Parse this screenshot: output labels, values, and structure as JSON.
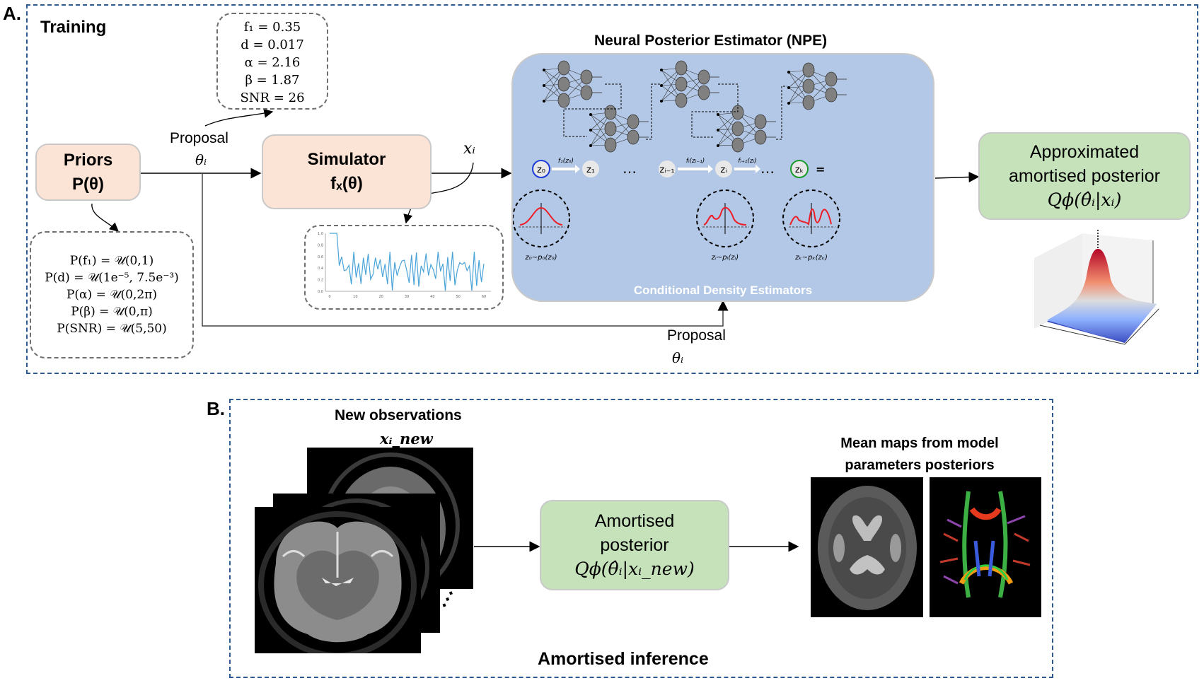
{
  "panelA": {
    "label": "A.",
    "title": "Training",
    "sample_params": [
      "f₁ = 0.35",
      "d = 0.017",
      "α = 2.16",
      "β = 1.87",
      "SNR = 26"
    ],
    "priors_box": {
      "title": "Priors",
      "formula": "P(θ)"
    },
    "priors_list": [
      "P(f₁) = 𝒰(0,1)",
      "P(d) = 𝒰(1e⁻⁵, 7.5e⁻³)",
      "P(α) = 𝒰(0,2π)",
      "P(β) = 𝒰(0,π)",
      "P(SNR) = 𝒰(5,50)"
    ],
    "proposal_top": {
      "label": "Proposal",
      "symbol": "θᵢ"
    },
    "simulator_box": {
      "title": "Simulator",
      "formula": "fₓ(θ)"
    },
    "signal_label": "xᵢ",
    "signal_plot": {
      "yticks": [
        "1.0",
        "0.8",
        "0.6",
        "0.4",
        "0.2",
        "0.0"
      ],
      "xticks": [
        "0",
        "10",
        "20",
        "30",
        "40",
        "50",
        "60"
      ],
      "color": "#4aa3d8"
    },
    "npe": {
      "title": "Neural Posterior Estimator (NPE)",
      "subtitle": "Conditional Density Estimators",
      "flow_nodes": [
        "z₀",
        "z₁",
        "…",
        "zᵢ₋₁",
        "zᵢ",
        "…",
        "zₖ"
      ],
      "flow_arrows": [
        "f₁(z₀)",
        "fᵢ(zᵢ₋₁)",
        "fᵢ₊₁(zᵢ)"
      ],
      "densities": [
        "z₀~p₀(z₀)",
        "zᵢ~pᵢ(zᵢ)",
        "zₖ~pₖ(zₖ)"
      ],
      "equals": "="
    },
    "proposal_bottom": {
      "label": "Proposal",
      "symbol": "θᵢ"
    },
    "posterior_box": {
      "line1": "Approximated",
      "line2": "amortised posterior",
      "formula": "Qϕ(θ̂ᵢ|xᵢ)"
    },
    "colors": {
      "frame": "#2f5a8f",
      "peach": "#fbe3d6",
      "green": "#c5e2bb",
      "npe_blue": "#b3c8e6"
    }
  },
  "panelB": {
    "label": "B.",
    "observations_title": "New observations",
    "observations_symbol": "xᵢ_new",
    "posterior_box": {
      "line1": "Amortised",
      "line2": "posterior",
      "formula": "Qϕ(θ̂ᵢ|xᵢ_new)"
    },
    "maps_title_line1": "Mean maps from model",
    "maps_title_line2": "parameters posteriors",
    "footer_title": "Amortised inference",
    "ellipsis": "⋰"
  }
}
